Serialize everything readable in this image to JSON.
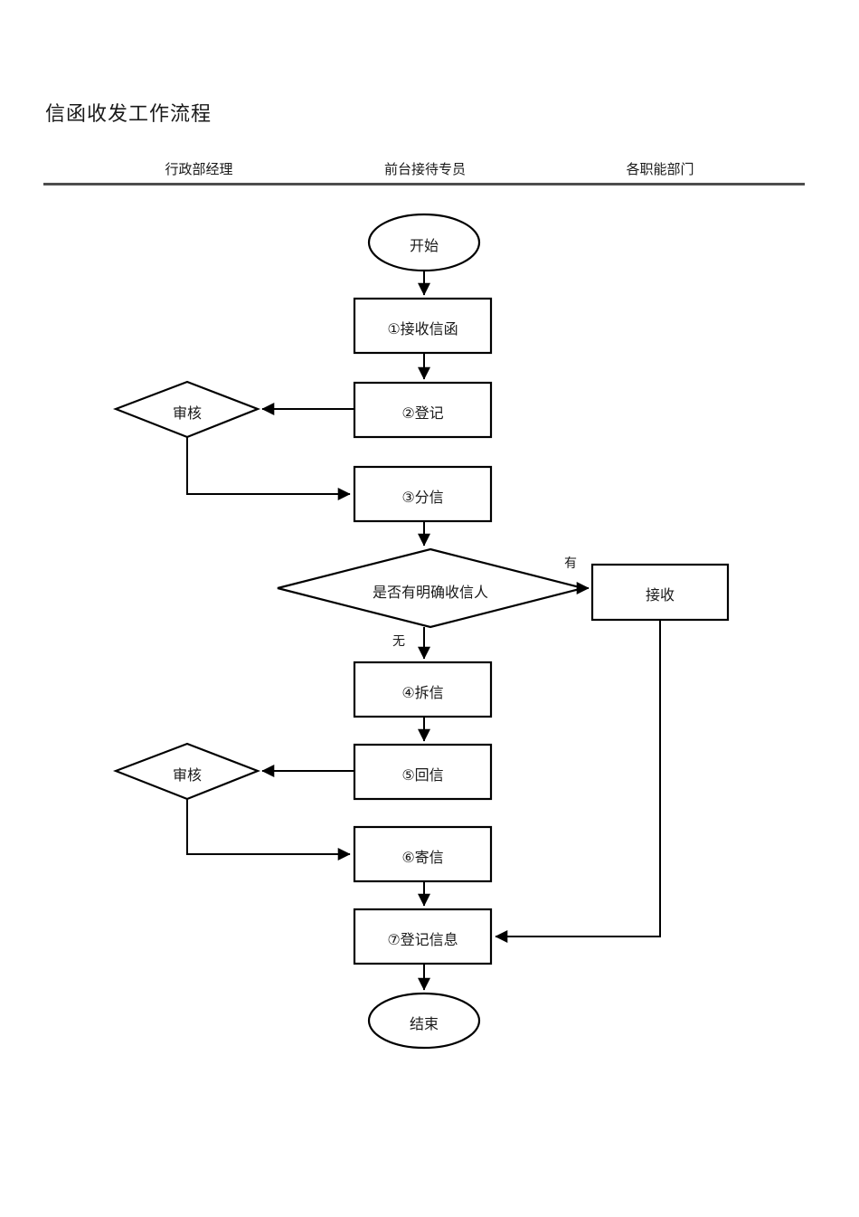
{
  "document": {
    "title": "信函收发工作流程"
  },
  "columns": [
    {
      "label": "行政部经理"
    },
    {
      "label": "前台接待专员"
    },
    {
      "label": "各职能部门"
    }
  ],
  "flowchart": {
    "type": "flowchart",
    "nodes": [
      {
        "id": "start",
        "shape": "ellipse",
        "label": "开始",
        "lane": "前台接待专员"
      },
      {
        "id": "step1",
        "shape": "process",
        "label": "①接收信函",
        "lane": "前台接待专员"
      },
      {
        "id": "step2",
        "shape": "process",
        "label": "②登记",
        "lane": "前台接待专员"
      },
      {
        "id": "review1",
        "shape": "decision",
        "label": "审核",
        "lane": "行政部经理"
      },
      {
        "id": "step3",
        "shape": "process",
        "label": "③分信",
        "lane": "前台接待专员"
      },
      {
        "id": "decision",
        "shape": "decision",
        "label": "是否有明确收信人",
        "lane": "前台接待专员"
      },
      {
        "id": "receive",
        "shape": "process",
        "label": "接收",
        "lane": "各职能部门"
      },
      {
        "id": "step4",
        "shape": "process",
        "label": "④拆信",
        "lane": "前台接待专员"
      },
      {
        "id": "step5",
        "shape": "process",
        "label": "⑤回信",
        "lane": "前台接待专员"
      },
      {
        "id": "review2",
        "shape": "decision",
        "label": "审核",
        "lane": "行政部经理"
      },
      {
        "id": "step6",
        "shape": "process",
        "label": "⑥寄信",
        "lane": "前台接待专员"
      },
      {
        "id": "step7",
        "shape": "process",
        "label": "⑦登记信息",
        "lane": "前台接待专员"
      },
      {
        "id": "end",
        "shape": "ellipse",
        "label": "结束",
        "lane": "前台接待专员"
      }
    ],
    "edges": [
      {
        "from": "start",
        "to": "step1",
        "label": ""
      },
      {
        "from": "step1",
        "to": "step2",
        "label": ""
      },
      {
        "from": "step2",
        "to": "review1",
        "label": ""
      },
      {
        "from": "review1",
        "to": "step3",
        "label": ""
      },
      {
        "from": "step3",
        "to": "decision",
        "label": ""
      },
      {
        "from": "decision",
        "to": "receive",
        "label": "有"
      },
      {
        "from": "decision",
        "to": "step4",
        "label": "无"
      },
      {
        "from": "step4",
        "to": "step5",
        "label": ""
      },
      {
        "from": "step5",
        "to": "review2",
        "label": ""
      },
      {
        "from": "review2",
        "to": "step6",
        "label": ""
      },
      {
        "from": "step6",
        "to": "step7",
        "label": ""
      },
      {
        "from": "receive",
        "to": "step7",
        "label": ""
      },
      {
        "from": "step7",
        "to": "end",
        "label": ""
      }
    ],
    "edge_labels": {
      "yes": "有",
      "no": "无"
    },
    "colors": {
      "stroke": "#000000",
      "fill": "#ffffff",
      "text": "#1a1a1a",
      "rule": "#4d4d4d"
    }
  }
}
